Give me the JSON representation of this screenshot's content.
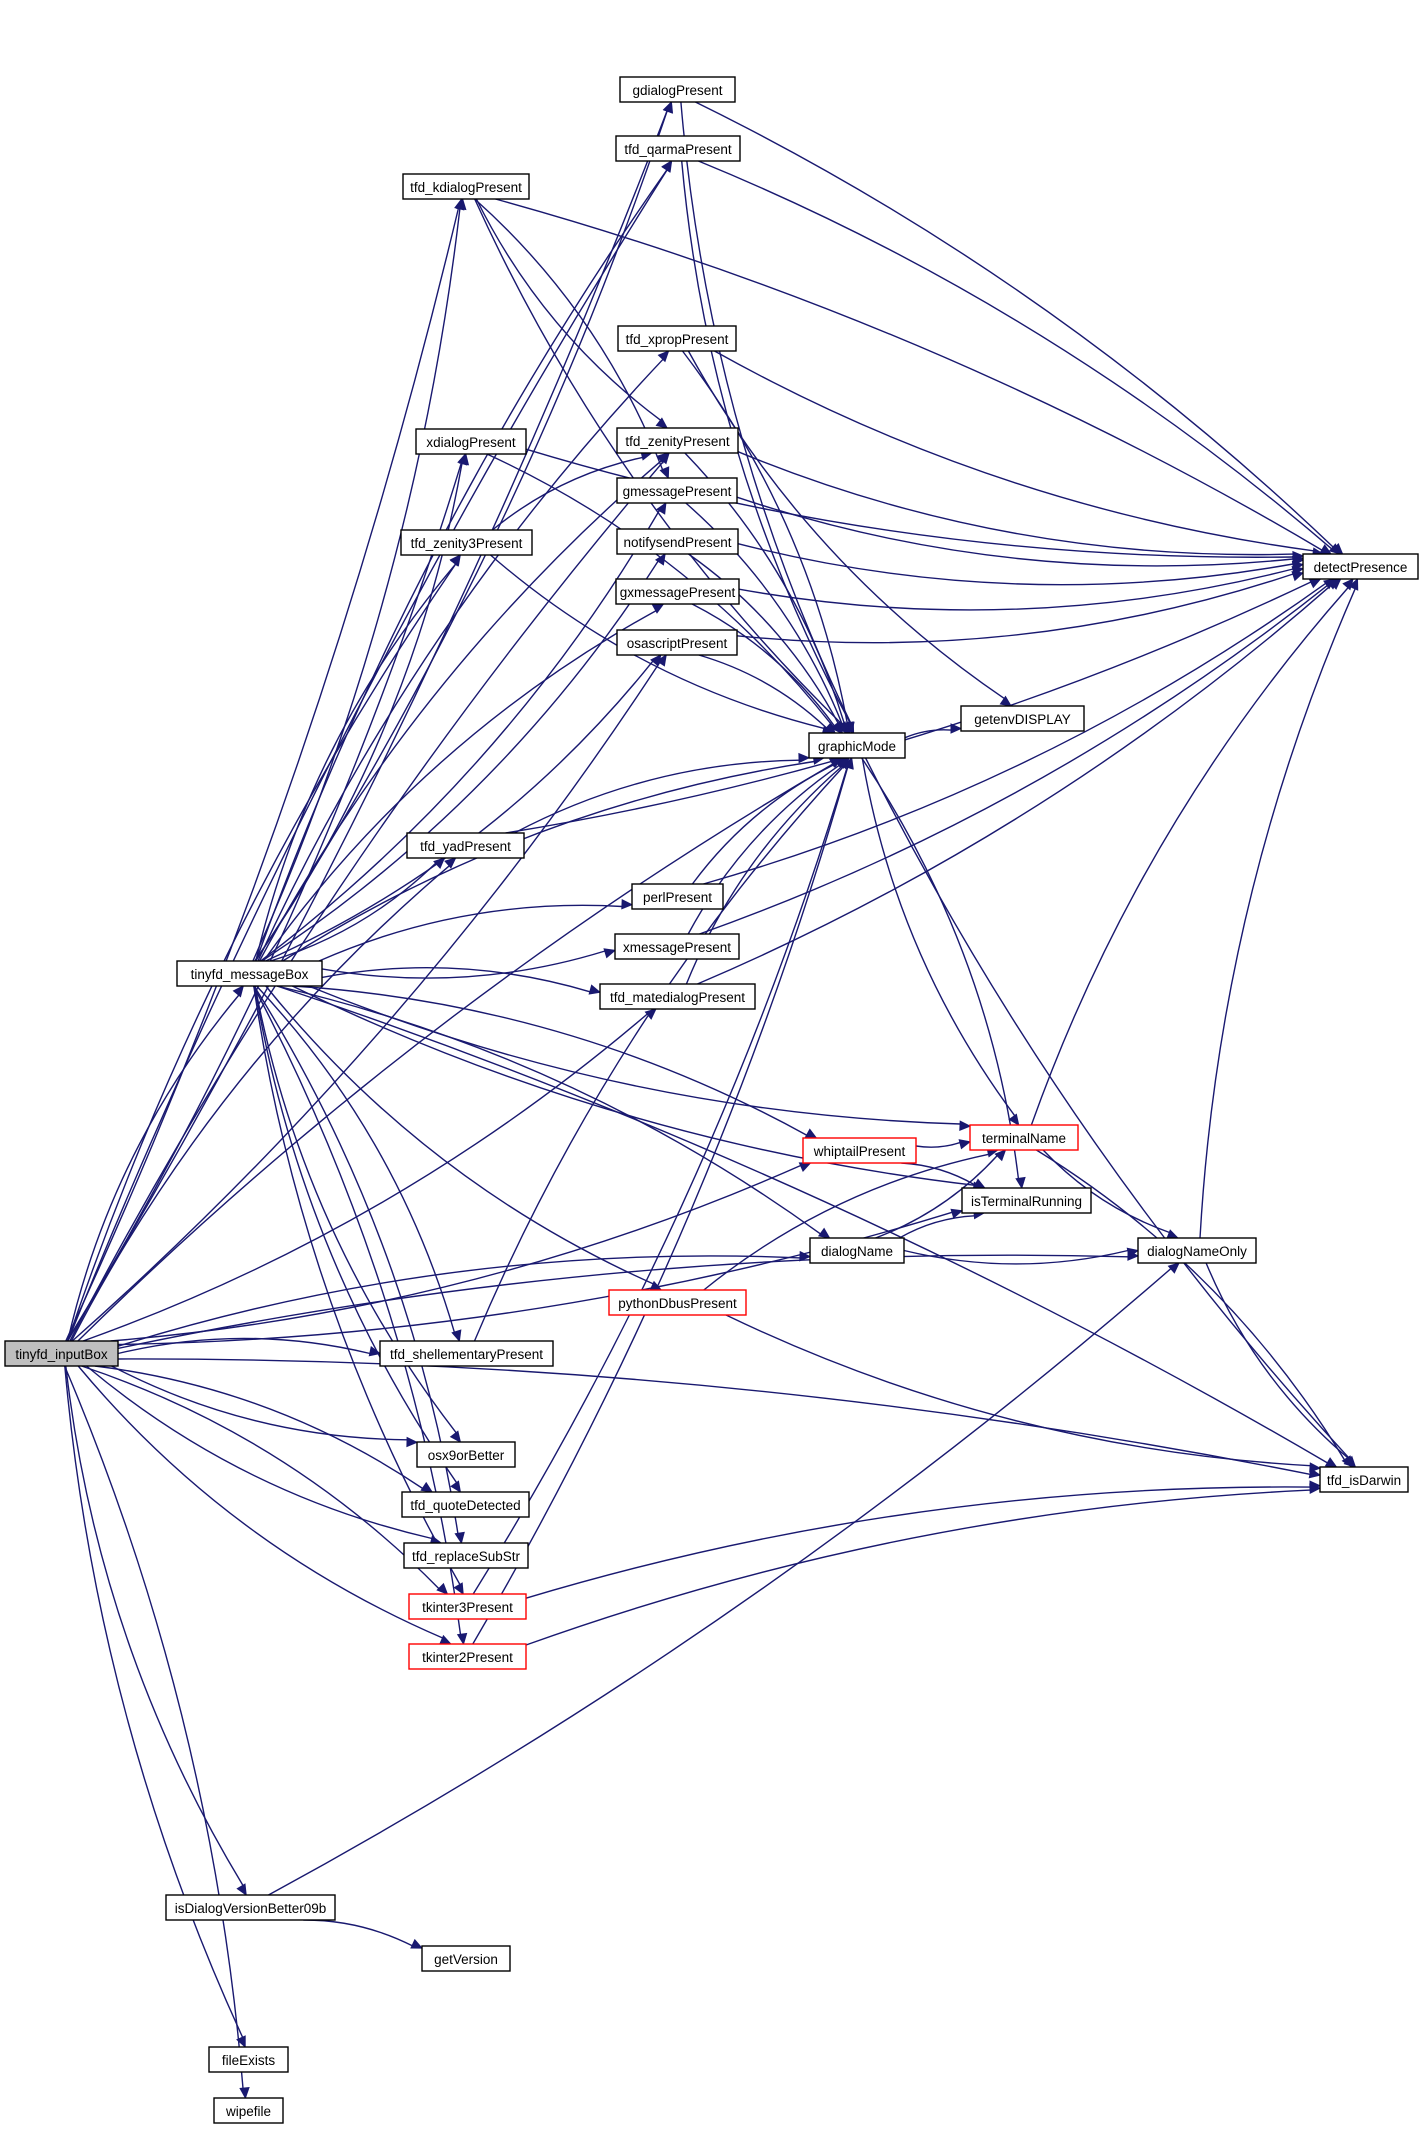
{
  "graph": {
    "type": "call-graph",
    "colors": {
      "edge": "#191970",
      "node_border": "#000000",
      "truncated_border": "#ff0000",
      "root_fill": "#bfbfbf",
      "background": "#ffffff"
    },
    "nodes": [
      {
        "id": "tinyfd_inputBox",
        "label": "tinyfd_inputBox",
        "style": "selected"
      },
      {
        "id": "tinyfd_messageBox",
        "label": "tinyfd_messageBox",
        "style": "normal"
      },
      {
        "id": "gdialogPresent",
        "label": "gdialogPresent",
        "style": "normal"
      },
      {
        "id": "tfd_qarmaPresent",
        "label": "tfd_qarmaPresent",
        "style": "normal"
      },
      {
        "id": "tfd_kdialogPresent",
        "label": "tfd_kdialogPresent",
        "style": "normal"
      },
      {
        "id": "tfd_xpropPresent",
        "label": "tfd_xpropPresent",
        "style": "normal"
      },
      {
        "id": "xdialogPresent",
        "label": "xdialogPresent",
        "style": "normal"
      },
      {
        "id": "tfd_zenityPresent",
        "label": "tfd_zenityPresent",
        "style": "normal"
      },
      {
        "id": "gmessagePresent",
        "label": "gmessagePresent",
        "style": "normal"
      },
      {
        "id": "tfd_zenity3Present",
        "label": "tfd_zenity3Present",
        "style": "normal"
      },
      {
        "id": "notifysendPresent",
        "label": "notifysendPresent",
        "style": "normal"
      },
      {
        "id": "gxmessagePresent",
        "label": "gxmessagePresent",
        "style": "normal"
      },
      {
        "id": "osascriptPresent",
        "label": "osascriptPresent",
        "style": "normal"
      },
      {
        "id": "detectPresence",
        "label": "detectPresence",
        "style": "normal"
      },
      {
        "id": "getenvDISPLAY",
        "label": "getenvDISPLAY",
        "style": "normal"
      },
      {
        "id": "graphicMode",
        "label": "graphicMode",
        "style": "normal"
      },
      {
        "id": "tfd_yadPresent",
        "label": "tfd_yadPresent",
        "style": "normal"
      },
      {
        "id": "perlPresent",
        "label": "perlPresent",
        "style": "normal"
      },
      {
        "id": "xmessagePresent",
        "label": "xmessagePresent",
        "style": "normal"
      },
      {
        "id": "tfd_matedialogPresent",
        "label": "tfd_matedialogPresent",
        "style": "normal"
      },
      {
        "id": "terminalName",
        "label": "terminalName",
        "style": "truncated"
      },
      {
        "id": "whiptailPresent",
        "label": "whiptailPresent",
        "style": "truncated"
      },
      {
        "id": "isTerminalRunning",
        "label": "isTerminalRunning",
        "style": "normal"
      },
      {
        "id": "dialogName",
        "label": "dialogName",
        "style": "normal"
      },
      {
        "id": "dialogNameOnly",
        "label": "dialogNameOnly",
        "style": "normal"
      },
      {
        "id": "pythonDbusPresent",
        "label": "pythonDbusPresent",
        "style": "truncated"
      },
      {
        "id": "tfd_shellementaryPresent",
        "label": "tfd_shellementaryPresent",
        "style": "normal"
      },
      {
        "id": "osx9orBetter",
        "label": "osx9orBetter",
        "style": "normal"
      },
      {
        "id": "tfd_isDarwin",
        "label": "tfd_isDarwin",
        "style": "normal"
      },
      {
        "id": "tfd_quoteDetected",
        "label": "tfd_quoteDetected",
        "style": "normal"
      },
      {
        "id": "tfd_replaceSubStr",
        "label": "tfd_replaceSubStr",
        "style": "normal"
      },
      {
        "id": "tkinter3Present",
        "label": "tkinter3Present",
        "style": "truncated"
      },
      {
        "id": "tkinter2Present",
        "label": "tkinter2Present",
        "style": "truncated"
      },
      {
        "id": "isDialogVersionBetter09b",
        "label": "isDialogVersionBetter09b",
        "style": "normal"
      },
      {
        "id": "getVersion",
        "label": "getVersion",
        "style": "normal"
      },
      {
        "id": "fileExists",
        "label": "fileExists",
        "style": "normal"
      },
      {
        "id": "wipefile",
        "label": "wipefile",
        "style": "normal"
      }
    ],
    "edges": [
      [
        "tinyfd_inputBox",
        "tinyfd_messageBox"
      ],
      [
        "tinyfd_inputBox",
        "gdialogPresent"
      ],
      [
        "tinyfd_inputBox",
        "tfd_qarmaPresent"
      ],
      [
        "tinyfd_inputBox",
        "tfd_kdialogPresent"
      ],
      [
        "tinyfd_inputBox",
        "tfd_zenityPresent"
      ],
      [
        "tinyfd_inputBox",
        "xdialogPresent"
      ],
      [
        "tinyfd_inputBox",
        "tfd_zenity3Present"
      ],
      [
        "tinyfd_inputBox",
        "osascriptPresent"
      ],
      [
        "tinyfd_inputBox",
        "tfd_yadPresent"
      ],
      [
        "tinyfd_inputBox",
        "tfd_matedialogPresent"
      ],
      [
        "tinyfd_inputBox",
        "tfd_shellementaryPresent"
      ],
      [
        "tinyfd_inputBox",
        "osx9orBetter"
      ],
      [
        "tinyfd_inputBox",
        "tfd_quoteDetected"
      ],
      [
        "tinyfd_inputBox",
        "tfd_replaceSubStr"
      ],
      [
        "tinyfd_inputBox",
        "tkinter3Present"
      ],
      [
        "tinyfd_inputBox",
        "tkinter2Present"
      ],
      [
        "tinyfd_inputBox",
        "graphicMode"
      ],
      [
        "tinyfd_inputBox",
        "whiptailPresent"
      ],
      [
        "tinyfd_inputBox",
        "dialogName"
      ],
      [
        "tinyfd_inputBox",
        "isTerminalRunning"
      ],
      [
        "tinyfd_inputBox",
        "dialogNameOnly"
      ],
      [
        "tinyfd_inputBox",
        "isDialogVersionBetter09b"
      ],
      [
        "tinyfd_inputBox",
        "tfd_isDarwin"
      ],
      [
        "tinyfd_inputBox",
        "fileExists"
      ],
      [
        "tinyfd_inputBox",
        "wipefile"
      ],
      [
        "tinyfd_messageBox",
        "gdialogPresent"
      ],
      [
        "tinyfd_messageBox",
        "tfd_qarmaPresent"
      ],
      [
        "tinyfd_messageBox",
        "tfd_kdialogPresent"
      ],
      [
        "tinyfd_messageBox",
        "tfd_xpropPresent"
      ],
      [
        "tinyfd_messageBox",
        "xdialogPresent"
      ],
      [
        "tinyfd_messageBox",
        "tfd_zenityPresent"
      ],
      [
        "tinyfd_messageBox",
        "gmessagePresent"
      ],
      [
        "tinyfd_messageBox",
        "tfd_zenity3Present"
      ],
      [
        "tinyfd_messageBox",
        "notifysendPresent"
      ],
      [
        "tinyfd_messageBox",
        "gxmessagePresent"
      ],
      [
        "tinyfd_messageBox",
        "osascriptPresent"
      ],
      [
        "tinyfd_messageBox",
        "graphicMode"
      ],
      [
        "tinyfd_messageBox",
        "tfd_yadPresent"
      ],
      [
        "tinyfd_messageBox",
        "perlPresent"
      ],
      [
        "tinyfd_messageBox",
        "xmessagePresent"
      ],
      [
        "tinyfd_messageBox",
        "tfd_matedialogPresent"
      ],
      [
        "tinyfd_messageBox",
        "terminalName"
      ],
      [
        "tinyfd_messageBox",
        "whiptailPresent"
      ],
      [
        "tinyfd_messageBox",
        "isTerminalRunning"
      ],
      [
        "tinyfd_messageBox",
        "dialogName"
      ],
      [
        "tinyfd_messageBox",
        "pythonDbusPresent"
      ],
      [
        "tinyfd_messageBox",
        "tfd_shellementaryPresent"
      ],
      [
        "tinyfd_messageBox",
        "osx9orBetter"
      ],
      [
        "tinyfd_messageBox",
        "tfd_isDarwin"
      ],
      [
        "tinyfd_messageBox",
        "tfd_quoteDetected"
      ],
      [
        "tinyfd_messageBox",
        "tfd_replaceSubStr"
      ],
      [
        "tinyfd_messageBox",
        "tkinter3Present"
      ],
      [
        "tinyfd_messageBox",
        "tkinter2Present"
      ],
      [
        "gdialogPresent",
        "graphicMode"
      ],
      [
        "gdialogPresent",
        "detectPresence"
      ],
      [
        "tfd_qarmaPresent",
        "graphicMode"
      ],
      [
        "tfd_qarmaPresent",
        "detectPresence"
      ],
      [
        "tfd_kdialogPresent",
        "tfd_zenityPresent"
      ],
      [
        "tfd_kdialogPresent",
        "gmessagePresent"
      ],
      [
        "tfd_kdialogPresent",
        "graphicMode"
      ],
      [
        "tfd_kdialogPresent",
        "detectPresence"
      ],
      [
        "tfd_xpropPresent",
        "getenvDISPLAY"
      ],
      [
        "tfd_xpropPresent",
        "graphicMode"
      ],
      [
        "tfd_xpropPresent",
        "detectPresence"
      ],
      [
        "xdialogPresent",
        "graphicMode"
      ],
      [
        "xdialogPresent",
        "detectPresence"
      ],
      [
        "tfd_zenityPresent",
        "graphicMode"
      ],
      [
        "tfd_zenityPresent",
        "detectPresence"
      ],
      [
        "gmessagePresent",
        "graphicMode"
      ],
      [
        "gmessagePresent",
        "detectPresence"
      ],
      [
        "tfd_zenity3Present",
        "tfd_zenityPresent"
      ],
      [
        "tfd_zenity3Present",
        "graphicMode"
      ],
      [
        "notifysendPresent",
        "graphicMode"
      ],
      [
        "notifysendPresent",
        "detectPresence"
      ],
      [
        "gxmessagePresent",
        "graphicMode"
      ],
      [
        "gxmessagePresent",
        "detectPresence"
      ],
      [
        "osascriptPresent",
        "graphicMode"
      ],
      [
        "osascriptPresent",
        "detectPresence"
      ],
      [
        "graphicMode",
        "getenvDISPLAY"
      ],
      [
        "graphicMode",
        "terminalName"
      ],
      [
        "graphicMode",
        "isTerminalRunning"
      ],
      [
        "graphicMode",
        "tfd_isDarwin"
      ],
      [
        "tfd_yadPresent",
        "graphicMode"
      ],
      [
        "tfd_yadPresent",
        "detectPresence"
      ],
      [
        "perlPresent",
        "graphicMode"
      ],
      [
        "perlPresent",
        "detectPresence"
      ],
      [
        "xmessagePresent",
        "graphicMode"
      ],
      [
        "xmessagePresent",
        "detectPresence"
      ],
      [
        "tfd_matedialogPresent",
        "graphicMode"
      ],
      [
        "tfd_matedialogPresent",
        "detectPresence"
      ],
      [
        "terminalName",
        "detectPresence"
      ],
      [
        "terminalName",
        "dialogNameOnly"
      ],
      [
        "terminalName",
        "tfd_isDarwin"
      ],
      [
        "whiptailPresent",
        "terminalName"
      ],
      [
        "whiptailPresent",
        "isTerminalRunning"
      ],
      [
        "dialogName",
        "terminalName"
      ],
      [
        "dialogName",
        "isTerminalRunning"
      ],
      [
        "dialogName",
        "dialogNameOnly"
      ],
      [
        "dialogNameOnly",
        "detectPresence"
      ],
      [
        "dialogNameOnly",
        "tfd_isDarwin"
      ],
      [
        "pythonDbusPresent",
        "terminalName"
      ],
      [
        "pythonDbusPresent",
        "tfd_isDarwin"
      ],
      [
        "tfd_shellementaryPresent",
        "graphicMode"
      ],
      [
        "tkinter3Present",
        "graphicMode"
      ],
      [
        "tkinter3Present",
        "tfd_isDarwin"
      ],
      [
        "tkinter2Present",
        "graphicMode"
      ],
      [
        "tkinter2Present",
        "tfd_isDarwin"
      ],
      [
        "isDialogVersionBetter09b",
        "dialogNameOnly"
      ],
      [
        "isDialogVersionBetter09b",
        "getVersion"
      ]
    ]
  }
}
